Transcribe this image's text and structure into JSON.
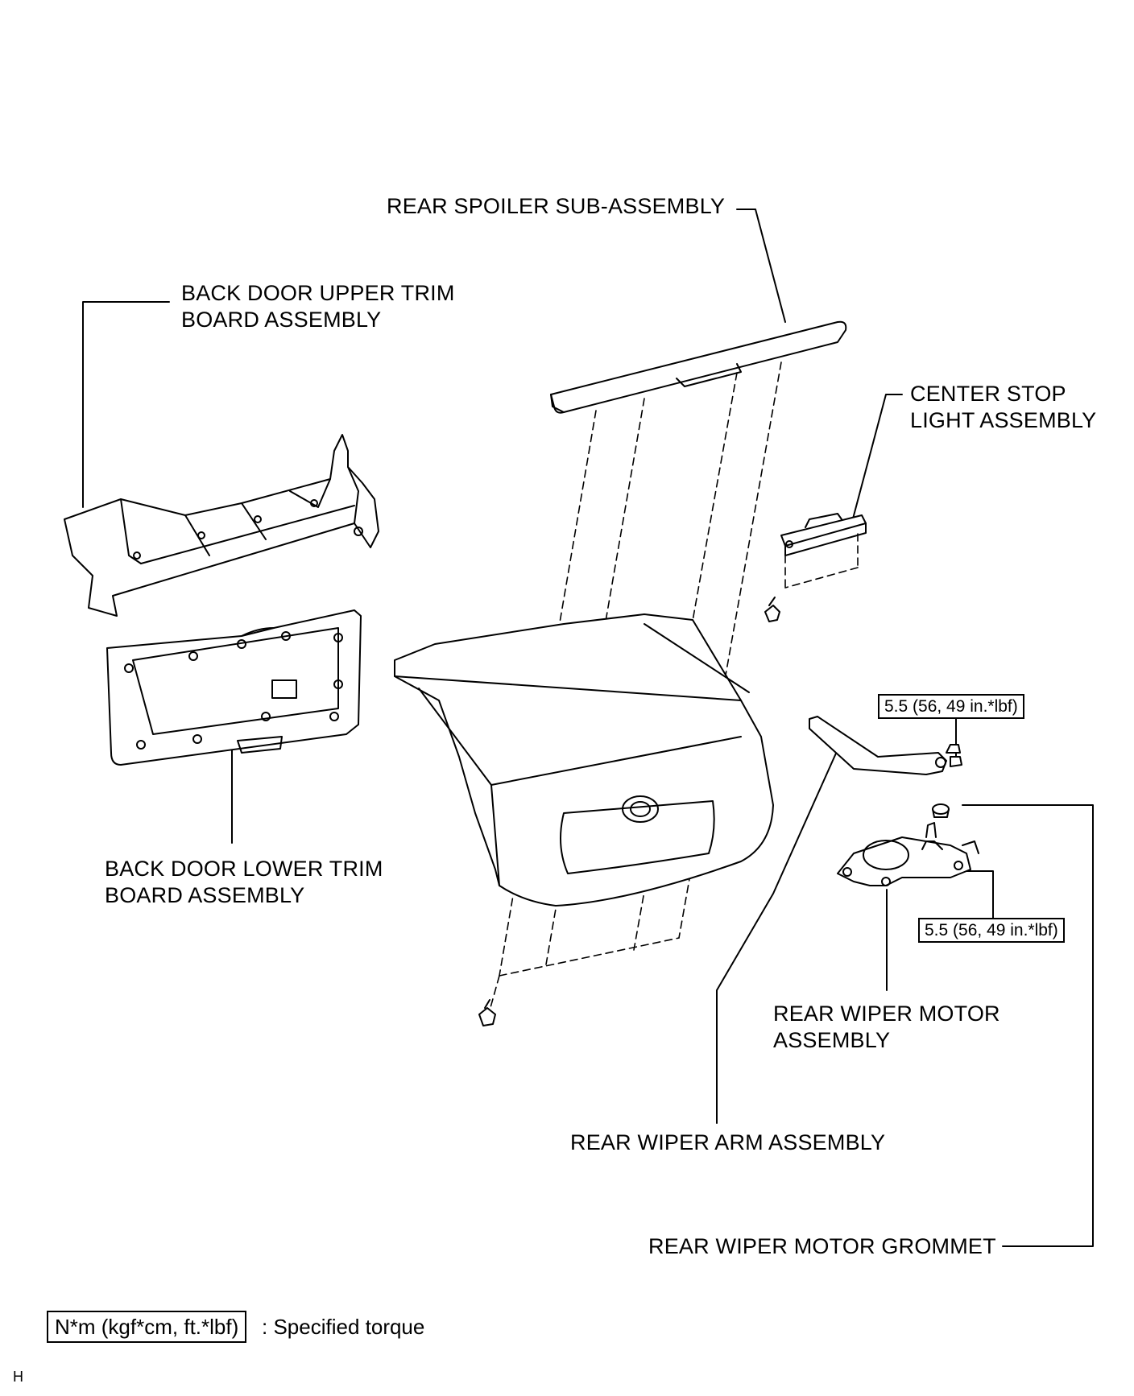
{
  "labels": {
    "rear_spoiler": "REAR SPOILER SUB-ASSEMBLY",
    "upper_trim_1": "BACK DOOR UPPER TRIM",
    "upper_trim_2": "BOARD ASSEMBLY",
    "center_stop_1": "CENTER STOP",
    "center_stop_2": "LIGHT ASSEMBLY",
    "lower_trim_1": "BACK DOOR LOWER TRIM",
    "lower_trim_2": "BOARD ASSEMBLY",
    "wiper_motor_1": "REAR WIPER MOTOR",
    "wiper_motor_2": "ASSEMBLY",
    "wiper_arm": "REAR WIPER ARM ASSEMBLY",
    "grommet": "REAR WIPER MOTOR GROMMET"
  },
  "torque": {
    "arm_nut": "5.5 (56, 49 in.*lbf)",
    "motor_bolt": "5.5 (56, 49 in.*lbf)"
  },
  "legend": {
    "box": "N*m (kgf*cm, ft.*lbf)",
    "text": ": Specified torque"
  },
  "corner_mark": "H"
}
